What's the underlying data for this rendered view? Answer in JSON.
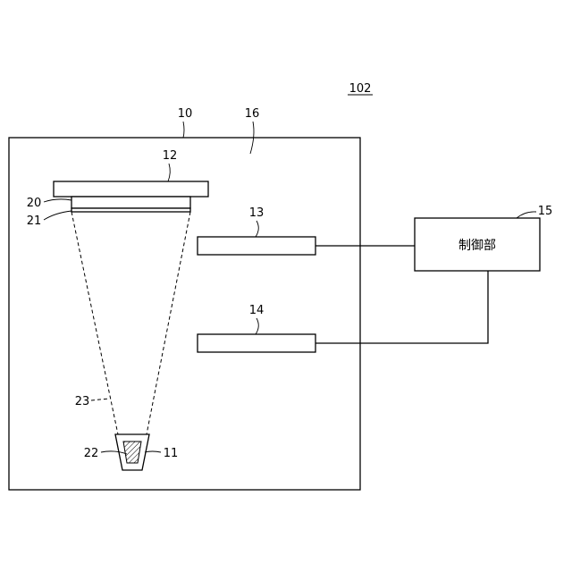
{
  "figure": {
    "figure_number": "102",
    "chamber_label": "10",
    "chamber_space_label": "16",
    "substrate_holder_label": "12",
    "layer_20_label": "20",
    "layer_21_label": "21",
    "part_13_label": "13",
    "part_14_label": "14",
    "controller_label": "15",
    "controller_text": "制御部",
    "vapor_label": "23",
    "material_label": "22",
    "crucible_label": "11"
  }
}
